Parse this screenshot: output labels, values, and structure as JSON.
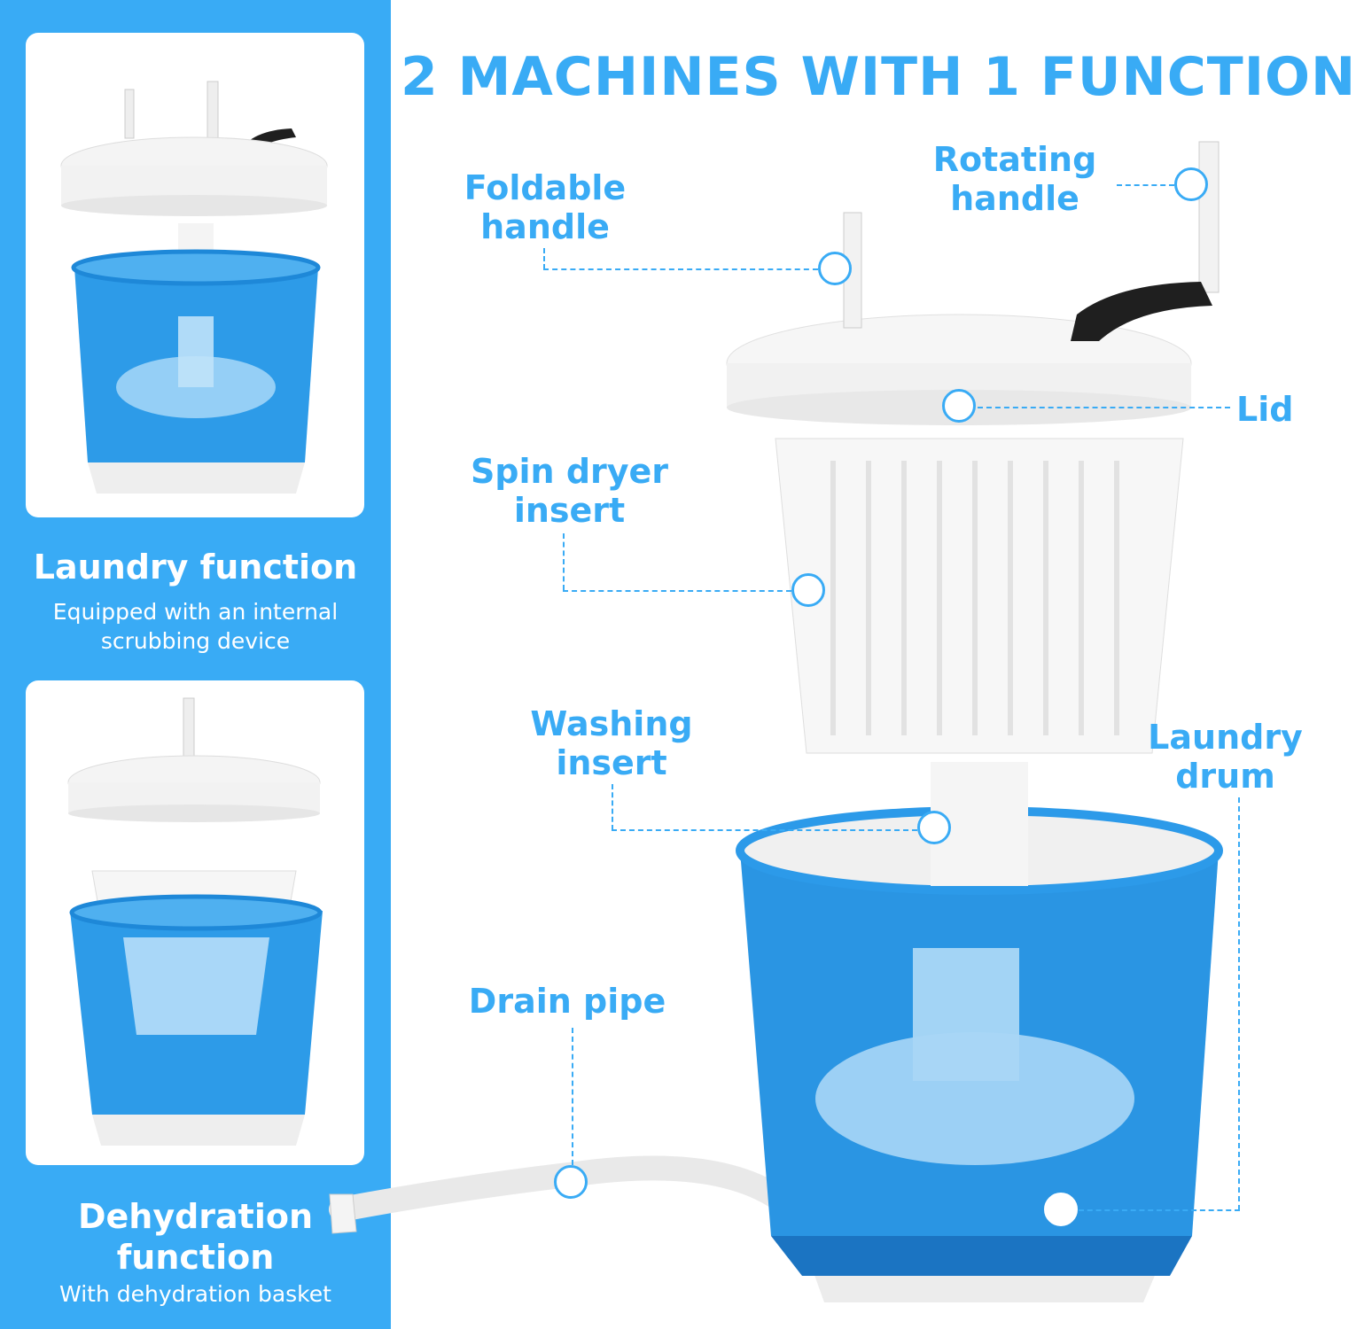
{
  "headline": "2 MACHINES WITH 1 FUNCTION",
  "sidebar": {
    "panels": [
      {
        "title": "Laundry function",
        "subtitle_lines": [
          "Equipped with an internal",
          "scrubbing device"
        ]
      },
      {
        "title_lines": [
          "Dehydration",
          "function"
        ],
        "subtitle": "With dehydration basket"
      }
    ]
  },
  "callouts": {
    "foldable_handle": [
      "Foldable",
      "handle"
    ],
    "rotating_handle": [
      "Rotating",
      "handle"
    ],
    "lid": "Lid",
    "spin_dryer_insert": [
      "Spin dryer",
      "insert"
    ],
    "washing_insert": [
      "Washing",
      "insert"
    ],
    "laundry_drum": [
      "Laundry",
      "drum"
    ],
    "drain_pipe": "Drain pipe"
  },
  "colors": {
    "accent_blue": "#39abf5",
    "drum_blue": "#1e88d8",
    "white_plastic": "#f2f2f2",
    "handle_black": "#1f1f1f"
  }
}
